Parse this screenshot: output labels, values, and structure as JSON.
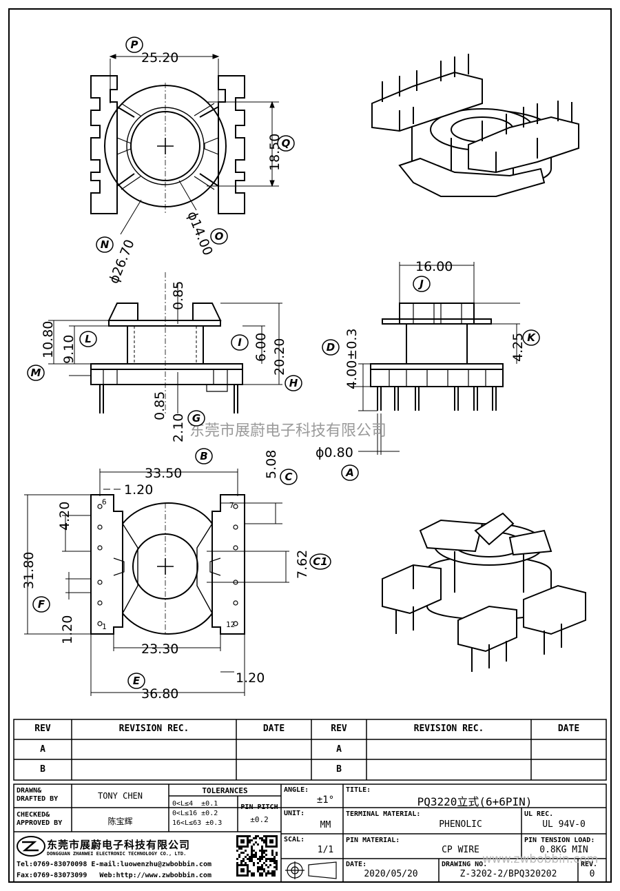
{
  "watermark": "东莞市展蔚电子科技有限公司",
  "watermark_url": "www.zwbobbin.com",
  "top_view": {
    "dims": {
      "width": "25.20",
      "height": "18.50",
      "outer_dia": "ϕ26.70",
      "inner_dia": "ϕ14.00"
    },
    "labels": {
      "P": "P",
      "Q": "Q",
      "N": "N",
      "O": "O"
    }
  },
  "side_view": {
    "dims": {
      "d1": "0.85",
      "d2": "10.80",
      "d3": "9.10",
      "d4": "6.00",
      "d5": "20.20",
      "d6": "0.85",
      "d7": "2.10"
    },
    "labels": {
      "L": "L",
      "M": "M",
      "I": "I",
      "H": "H",
      "G": "G"
    }
  },
  "front_view": {
    "dims": {
      "width": "16.00",
      "height": "4.00±0.3",
      "pin_h": "4.25",
      "pin_dia": "ϕ0.80"
    },
    "labels": {
      "J": "J",
      "D": "D",
      "K": "K",
      "A": "A"
    }
  },
  "bottom_view": {
    "dims": {
      "top_w": "33.50",
      "top_pitch": "1.20",
      "right_h": "5.08",
      "left_h": "4.20",
      "c1": "7.62",
      "full_h": "31.80",
      "pin_w": "1.20",
      "inner_w": "23.30",
      "bottom_pitch": "1.20",
      "full_w": "36.80"
    },
    "pins": {
      "p6": "6",
      "p7": "7",
      "p1": "1",
      "p12": "12"
    },
    "labels": {
      "B": "B",
      "C": "C",
      "C1": "C1",
      "F": "F",
      "E": "E"
    }
  },
  "revision_table": {
    "headers": [
      "REV",
      "REVISION REC.",
      "DATE",
      "REV",
      "REVISION REC.",
      "DATE"
    ],
    "rows": [
      [
        "A",
        "",
        "",
        "A",
        "",
        ""
      ],
      [
        "B",
        "",
        "",
        "B",
        "",
        ""
      ]
    ]
  },
  "title_block": {
    "drawn_label": "DRAWN&\nDRAFTED BY",
    "drawn_by": "TONY CHEN",
    "checked_label": "CHECKED&\nAPPROVED BY",
    "checked_by": "陈宝辉",
    "tolerances_label": "TOLERANCES",
    "tol_rows": [
      [
        "0<L≤4",
        "±0.1"
      ],
      [
        "0<L≤16",
        "±0.2"
      ],
      [
        "16<L≤63",
        "±0.3"
      ]
    ],
    "pin_pitch_label": "PIN PITCH",
    "pin_pitch_value": "±0.2",
    "angle_label": "ANGLE:",
    "angle_value": "±1°",
    "unit_label": "UNIT:",
    "unit_value": "MM",
    "scale_label": "SCAL:",
    "scale_value": "1/1",
    "title_label": "TITLE:",
    "title_value": "PQ3220立式(6+6PIN)",
    "terminal_label": "TERMINAL MATERIAL:",
    "terminal_value": "PHENOLIC",
    "ul_label": "UL REC.",
    "ul_value": "UL 94V-0",
    "pin_material_label": "PIN MATERIAL:",
    "pin_material_value": "CP WIRE",
    "tension_label": "PIN TENSION LOAD:",
    "tension_value": "0.8KG MIN",
    "date_label": "DATE:",
    "date_value": "2020/05/20",
    "drawing_label": "DRAWING NO.",
    "drawing_value": "Z-3202-2/BPQ320202",
    "rev_label": "REV.",
    "rev_value": "0",
    "company_cn": "东莞市展蔚电子科技有限公司",
    "company_en": "DONGGUAN ZHANWEI ELECTRONIC TECHNOLOGY CO., LTD.",
    "tel": "Tel:0769-83070098",
    "email": "E-mail:luowenzhu@zwbobbin.com",
    "fax": "Fax:0769-83073099",
    "web": "Web:http://www.zwbobbin.com"
  }
}
